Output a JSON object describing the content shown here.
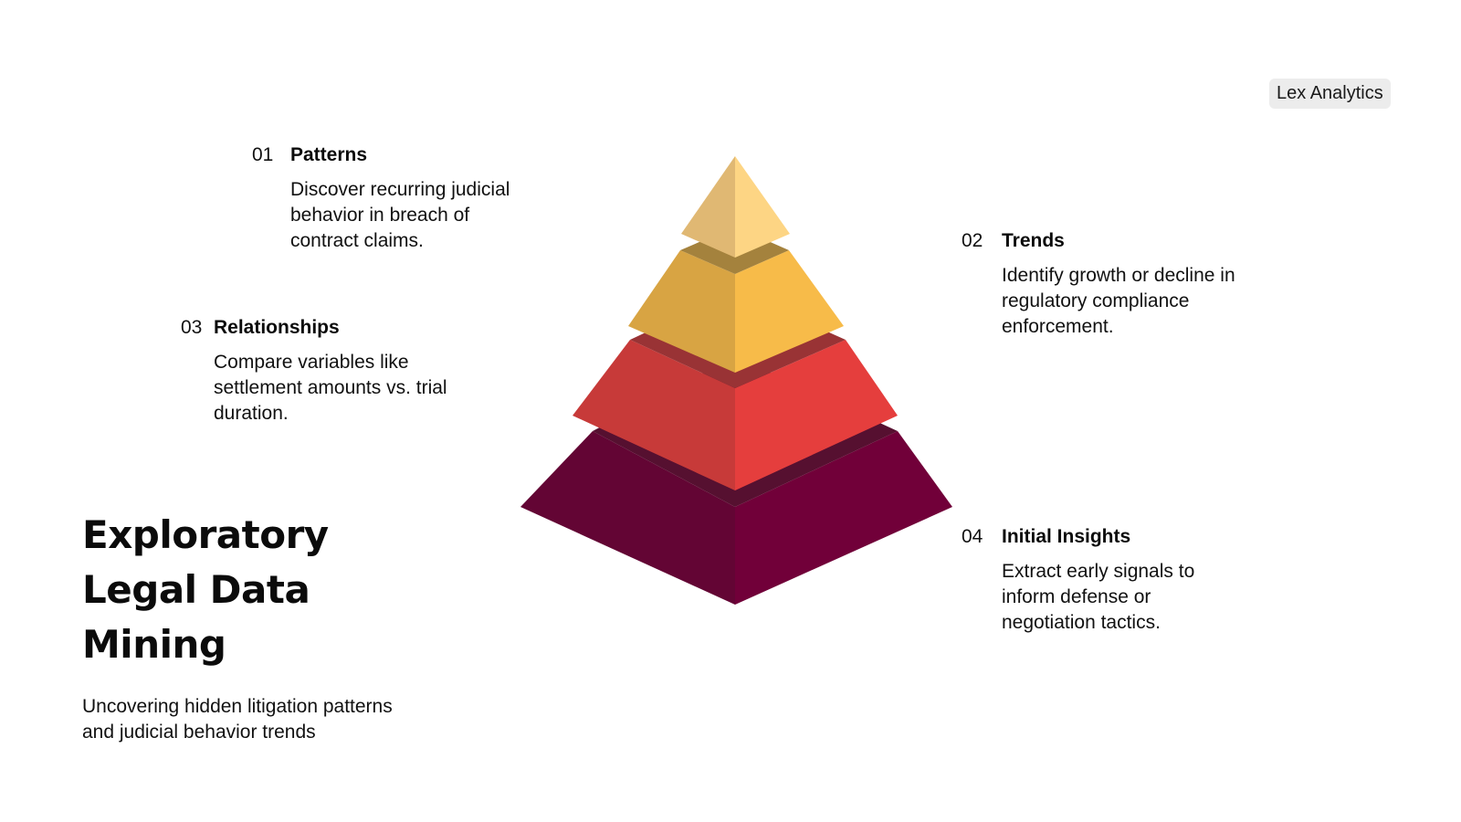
{
  "badge": {
    "label": "Lex Analytics"
  },
  "title": {
    "line1": "Exploratory",
    "line2": "Legal Data",
    "line3": "Mining"
  },
  "subtitle": {
    "line1": "Uncovering hidden litigation patterns",
    "line2": "and judicial behavior trends"
  },
  "items": [
    {
      "number": "01",
      "label": "Patterns",
      "desc_lines": [
        "Discover recurring judicial",
        "behavior in breach of",
        "contract claims."
      ]
    },
    {
      "number": "02",
      "label": "Trends",
      "desc_lines": [
        "Identify growth or decline in",
        "regulatory compliance",
        "enforcement."
      ]
    },
    {
      "number": "03",
      "label": "Relationships",
      "desc_lines": [
        "Compare variables like",
        "settlement amounts vs. trial",
        "duration."
      ]
    },
    {
      "number": "04",
      "label": "Initial Insights",
      "desc_lines": [
        "Extract early signals to",
        "inform defense or",
        "negotiation tactics."
      ]
    }
  ],
  "pyramid_colors": {
    "tier1_left": "#e0b873",
    "tier1_right": "#fdd584",
    "tier1_base": "#a4823d",
    "tier2_left": "#d8a443",
    "tier2_right": "#f7bb49",
    "tier2_base": "#993335",
    "tier3_left": "#c73a39",
    "tier3_right": "#e53e3d",
    "tier3_base": "#561030",
    "tier4_left": "#630534",
    "tier4_right": "#710039"
  }
}
